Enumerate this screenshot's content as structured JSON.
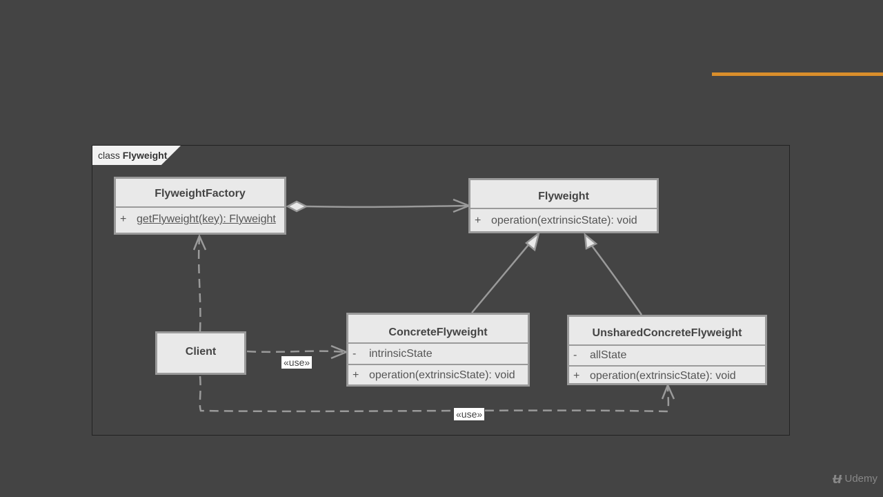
{
  "diagram": {
    "frame_label_prefix": "class",
    "frame_label_name": "Flyweight",
    "classes": {
      "factory": {
        "name": "FlyweightFactory",
        "members": [
          {
            "vis": "+",
            "text": "getFlyweight(key): Flyweight"
          }
        ]
      },
      "flyweight": {
        "name": "Flyweight",
        "members": [
          {
            "vis": "+",
            "text": "operation(extrinsicState): void"
          }
        ]
      },
      "client": {
        "name": "Client"
      },
      "concrete": {
        "name": "ConcreteFlyweight",
        "members": [
          {
            "vis": "-",
            "text": "intrinsicState"
          },
          {
            "vis": "+",
            "text": "operation(extrinsicState): void"
          }
        ]
      },
      "unshared": {
        "name": "UnsharedConcreteFlyweight",
        "members": [
          {
            "vis": "-",
            "text": "allState"
          },
          {
            "vis": "+",
            "text": "operation(extrinsicState): void"
          }
        ]
      }
    },
    "relations": {
      "use_label_1": "«use»",
      "use_label_2": "«use»"
    }
  },
  "branding": {
    "logo_text": "Udemy",
    "icon": "udemy-logo-icon"
  },
  "colors": {
    "background": "#444444",
    "accent": "#d98e2b",
    "class_fill": "#e9e9e9",
    "class_border": "#9a9a9a"
  }
}
